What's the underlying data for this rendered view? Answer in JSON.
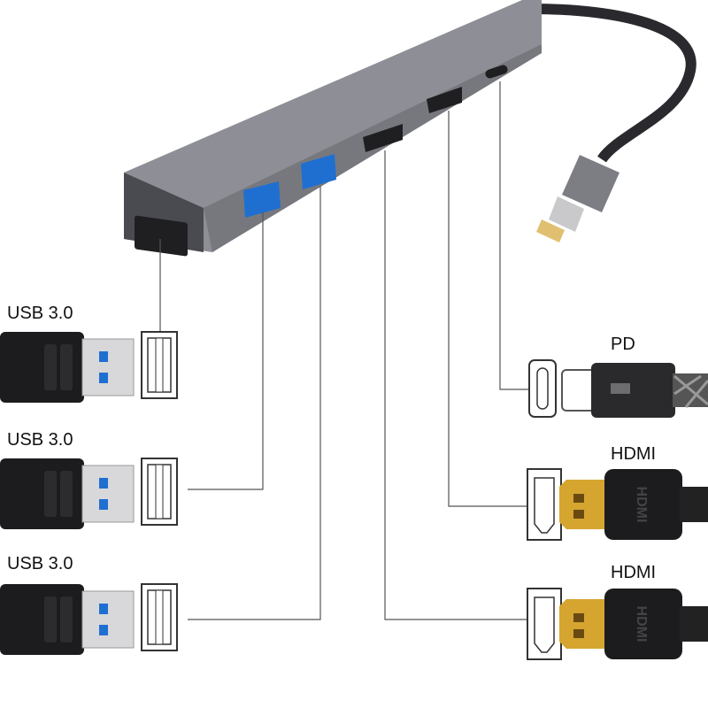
{
  "labels": {
    "usb1": "USB 3.0",
    "usb2": "USB 3.0",
    "usb3": "USB 3.0",
    "pd": "PD",
    "hdmi1": "HDMI",
    "hdmi2": "HDMI"
  },
  "plug_logo_text": "HDMI",
  "colors": {
    "hub": "#8e8f96",
    "usb_blue": "#1f6fd1",
    "hdmi_gold": "#d6a530",
    "line": "#555555"
  }
}
